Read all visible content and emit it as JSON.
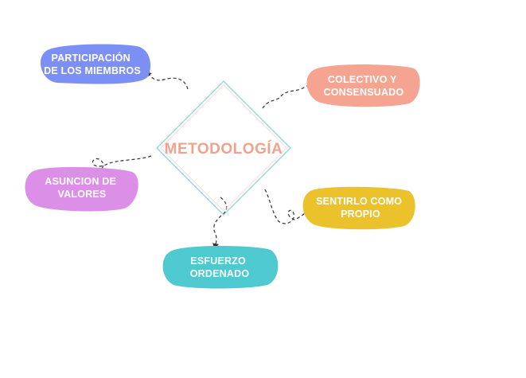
{
  "center": {
    "label": "METODOLOGÍA",
    "text_color": "#f0a28e",
    "border_color": "#8fd3dc"
  },
  "nodes": [
    {
      "id": "participacion",
      "lines": [
        "PARTICIPACIÓN",
        "DE LOS MIEMBROS"
      ],
      "color": "#7b8ff5"
    },
    {
      "id": "colectivo",
      "lines": [
        "COLECTIVO Y",
        "CONSENSUADO"
      ],
      "color": "#f4a490"
    },
    {
      "id": "asuncion",
      "lines": [
        "ASUNCION DE",
        "VALORES"
      ],
      "color": "#dc8fe6"
    },
    {
      "id": "sentirlo",
      "lines": [
        "SENTIRLO COMO",
        "PROPIO"
      ],
      "color": "#ecc22c"
    },
    {
      "id": "esfuerzo",
      "lines": [
        "ESFUERZO",
        "ORDENADO"
      ],
      "color": "#4dc9cf"
    }
  ],
  "connector_color": "#333333"
}
